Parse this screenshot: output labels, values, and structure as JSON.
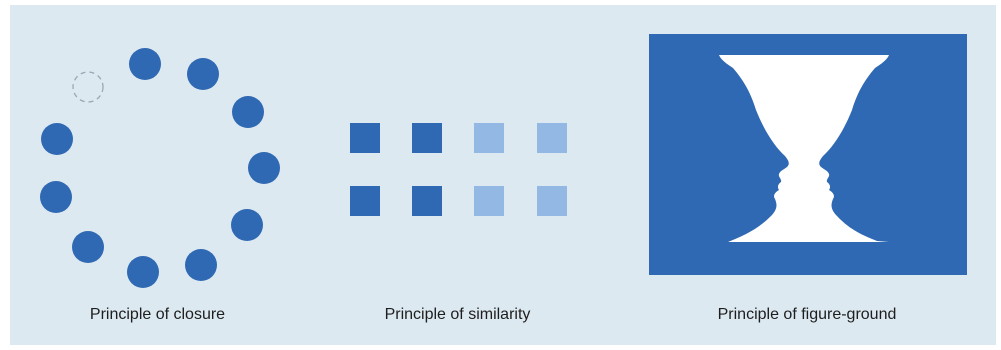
{
  "captions": {
    "closure": "Principle of closure",
    "similarity": "Principle of similarity",
    "figure_ground": "Principle of figure-ground"
  },
  "colors": {
    "background": "#dce9f1",
    "dark_blue": "#2f68b3",
    "light_blue": "#93b8e3",
    "dashed_outline": "#9aa8b5",
    "vase_white": "#ffffff"
  },
  "closure": {
    "dot_count": 11,
    "missing_dot_count": 1
  },
  "similarity": {
    "rows": 2,
    "columns": 4,
    "column_shades": [
      "dark",
      "dark",
      "light",
      "light"
    ]
  }
}
